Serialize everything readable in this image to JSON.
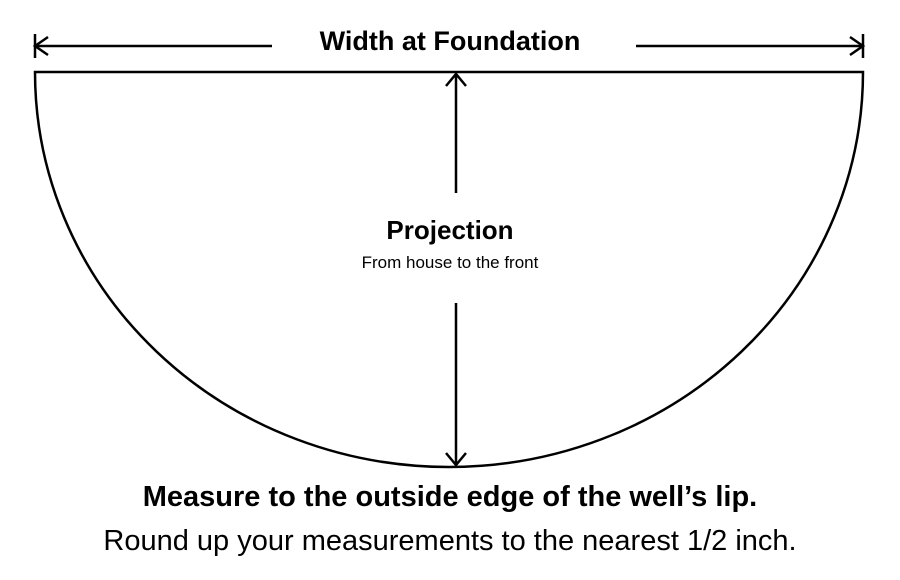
{
  "diagram": {
    "width_label": "Width at Foundation",
    "projection_label": "Projection",
    "projection_sublabel": "From house to the front"
  },
  "notes": {
    "primary": "Measure to the outside edge of the well’s lip.",
    "secondary": "Round up your measurements to the nearest 1/2 inch."
  },
  "colors": {
    "stroke": "#000000",
    "background": "#ffffff"
  }
}
